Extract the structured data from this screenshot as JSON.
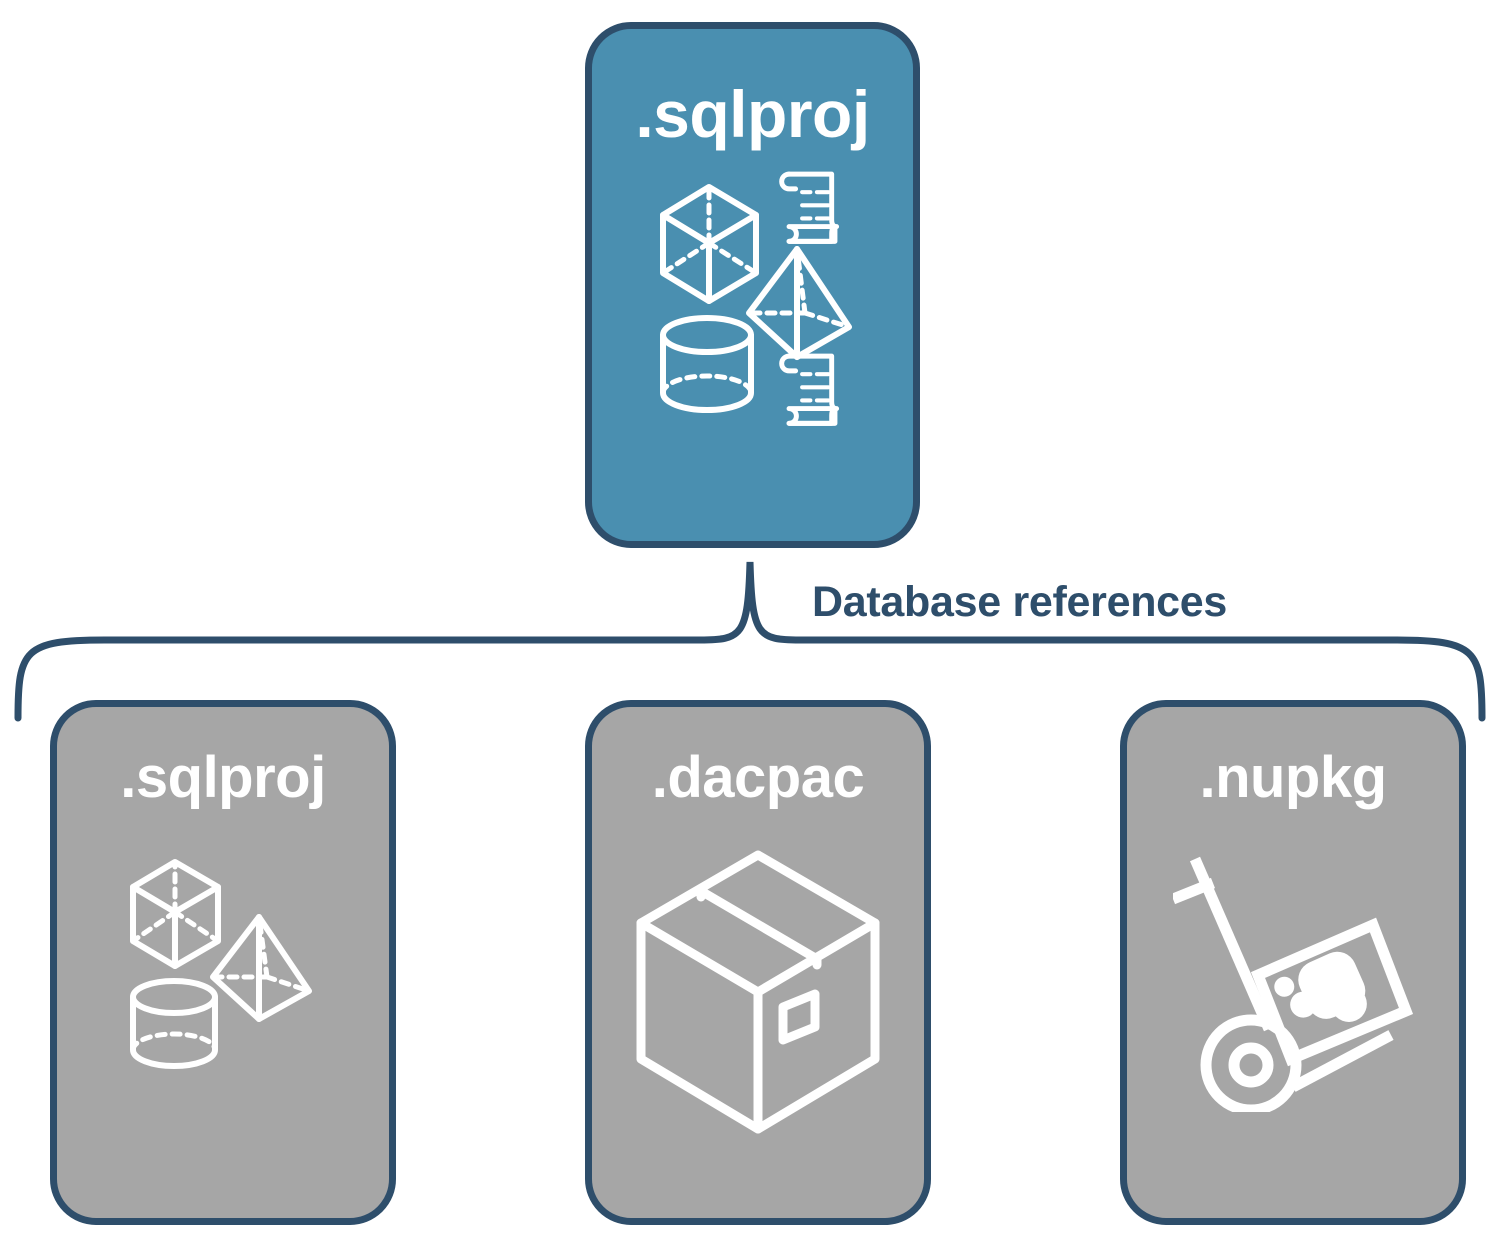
{
  "diagram": {
    "title_text": "Database references",
    "background": "#ffffff",
    "colors": {
      "accent_fill": "#4a8fb0",
      "reference_fill": "#a6a6a6",
      "outline": "#2e4e6b",
      "label_text": "#2e4e6b",
      "node_text": "#ffffff"
    },
    "root": {
      "label": ".sqlproj",
      "icon": "database-objects-icon"
    },
    "connector": {
      "label": "Database references",
      "kind": "curly-brace"
    },
    "references": [
      {
        "label": ".sqlproj",
        "icon": "database-objects-icon"
      },
      {
        "label": ".dacpac",
        "icon": "package-box-icon"
      },
      {
        "label": ".nupkg",
        "icon": "hand-truck-package-icon"
      }
    ]
  }
}
